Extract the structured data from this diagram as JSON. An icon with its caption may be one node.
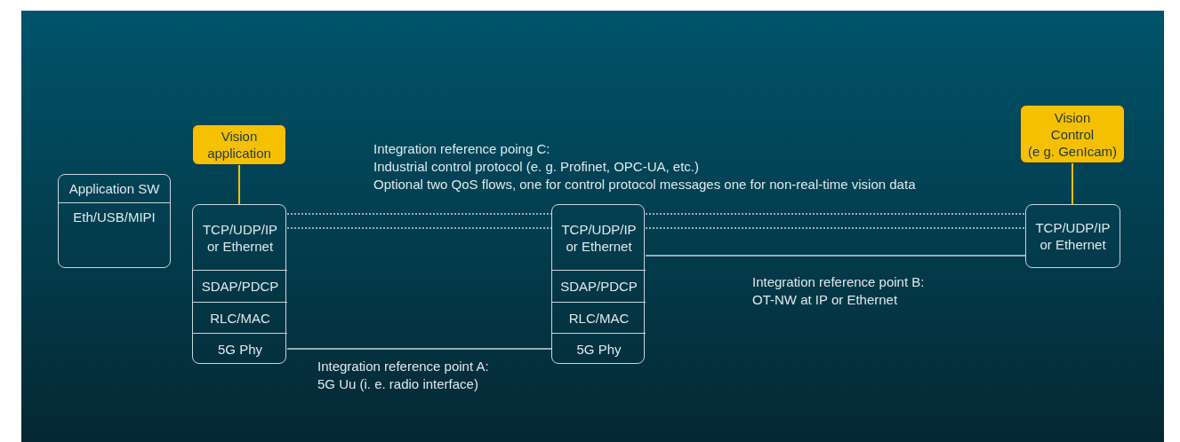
{
  "diagram": {
    "nodes": [
      {
        "text": [
          "Application SW",
          "Eth/USB/MIPI"
        ]
      },
      {
        "text": [
          "Vision application"
        ]
      },
      {
        "text": [],
        "shape": "box"
      },
      {
        "text": [
          "TCP/UDP/IP or Ethernet"
        ],
        "in": 2
      },
      {
        "text": [
          "SDAP/PDCP"
        ],
        "in": 2
      },
      {
        "text": [
          "RLC/MAC"
        ],
        "in": 2
      },
      {
        "text": [
          "5G Phy"
        ],
        "in": 2
      },
      {
        "text": [],
        "shape": "box"
      },
      {
        "text": [
          "TCP/UDP/IP or Ethernet"
        ],
        "in": 7
      },
      {
        "text": [
          "SDAP/PDCP"
        ],
        "in": 7
      },
      {
        "text": [
          "RLC/MAC"
        ],
        "in": 7
      },
      {
        "text": [
          "5G Phy"
        ],
        "in": 7
      },
      {
        "text": [
          "Vision Control",
          "(e g. GenIcam)"
        ]
      },
      {
        "text": [
          "TCP/UDP/IP or Ethernet"
        ]
      }
    ],
    "edges": [
      {
        "from": 1,
        "to": 3,
        "arrow": "none",
        "color": "#f5c000"
      },
      {
        "from": 3,
        "to": 8,
        "arrow": "none",
        "style": "dashed"
      },
      {
        "from": 3,
        "to": 8,
        "arrow": "none",
        "style": "dashed"
      },
      {
        "from": 8,
        "to": 13,
        "arrow": "none",
        "style": "dashed"
      },
      {
        "from": 8,
        "to": 13,
        "arrow": "none",
        "style": "dashed"
      },
      {
        "from": 8,
        "to": 13,
        "arrow": "none"
      },
      {
        "from": 6,
        "to": 11,
        "arrow": "none"
      },
      {
        "from": 12,
        "to": 13,
        "arrow": "none",
        "color": "#f5c000"
      }
    ],
    "labels": [
      "Integration reference poing C:",
      "Industrial control protocol (e. g. Profinet, OPC-UA, etc.)",
      "Optional two QoS flows, one for control protocol messages one for non-real-time vision data",
      "Integration reference point B:",
      "OT-NW at IP or Ethernet",
      "Integration reference point A:",
      "5G Uu (i. e. radio interface)"
    ]
  }
}
